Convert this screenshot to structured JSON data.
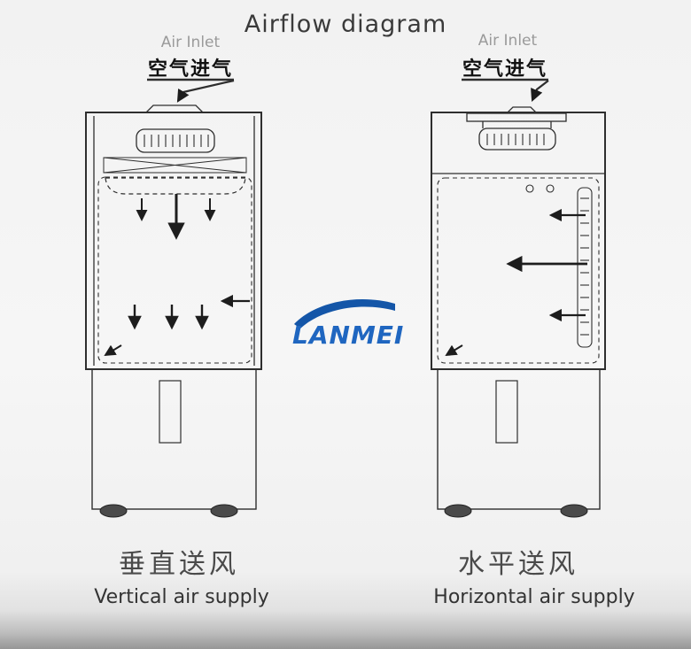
{
  "title": "Airflow diagram",
  "logo": {
    "text": "LANMEI",
    "color": "#1a5cb8"
  },
  "machines": {
    "left": {
      "air_inlet_en": "Air Inlet",
      "air_inlet_zh": "空气进气",
      "caption_zh": "垂直送风",
      "caption_en": "Vertical air supply"
    },
    "right": {
      "air_inlet_en": "Air Inlet",
      "air_inlet_zh": "空气进气",
      "caption_zh": "水平送风",
      "caption_en": "Horizontal air supply"
    }
  },
  "colors": {
    "line": "#2e2e2e",
    "accent_blue": "#1a5cb8"
  }
}
